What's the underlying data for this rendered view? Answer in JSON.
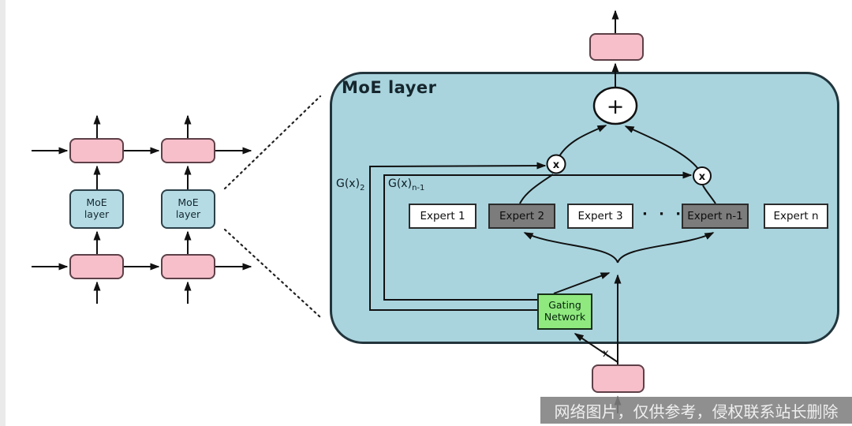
{
  "left_diagram": {
    "moe_box": {
      "line1": "MoE",
      "line2": "layer"
    }
  },
  "moe_panel": {
    "title": "MoE layer",
    "gate_label_2": {
      "base": "G(x)",
      "sub": "2"
    },
    "gate_label_n1": {
      "base": "G(x)",
      "sub": "n-1"
    },
    "experts": [
      {
        "label": "Expert 1"
      },
      {
        "label": "Expert 2"
      },
      {
        "label": "Expert 3"
      },
      {
        "label": "Expert n-1"
      },
      {
        "label": "Expert n"
      }
    ],
    "ellipsis": "· · ·",
    "gating_network": {
      "line1": "Gating",
      "line2": "Network"
    },
    "sum_operator": "+",
    "multiply_operator": "x",
    "input_label": "x"
  },
  "watermark": {
    "text": "网络图片，仅供参考，侵权联系站长删除"
  },
  "colors": {
    "panel_fill": "#a9d4de",
    "small_moe_fill": "#b5dce5",
    "pink_fill": "#f7bfca",
    "expert_active_fill": "#7c7c7c",
    "gating_fill": "#8fe97f"
  }
}
